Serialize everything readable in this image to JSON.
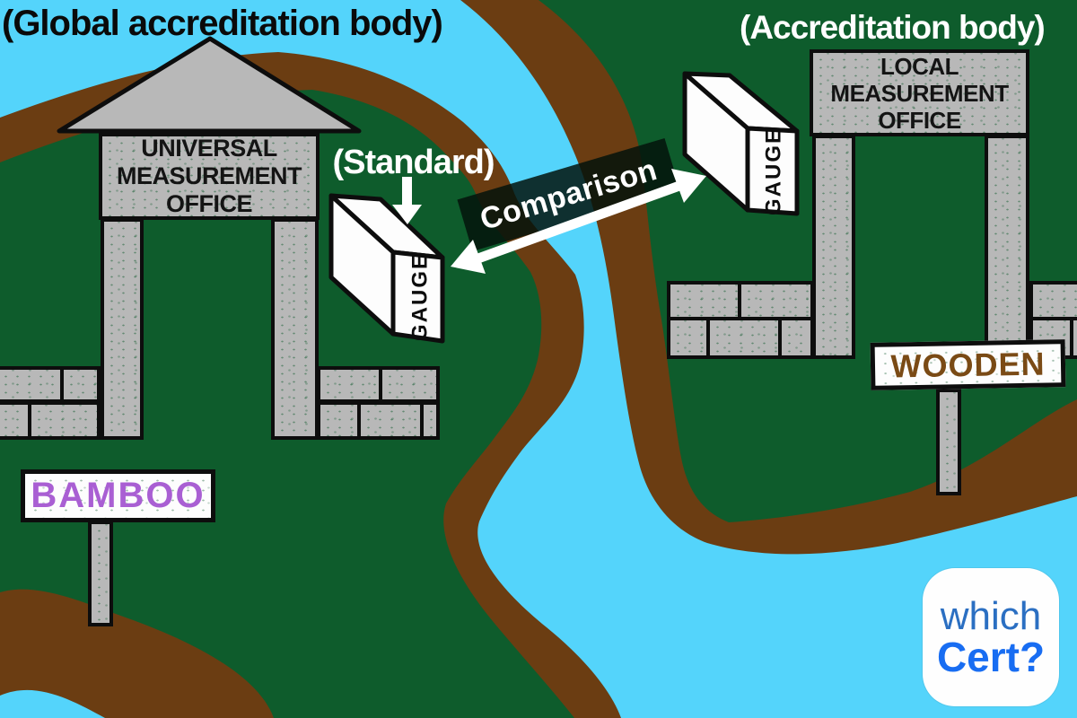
{
  "labels": {
    "global_accreditation_body": "(Global accreditation body)",
    "accreditation_body": "(Accreditation body)",
    "standard": "(Standard)",
    "comparison": "Comparison"
  },
  "left_island": {
    "office_sign": {
      "line1": "UNIVERSAL",
      "line2": "MEASUREMENT",
      "line3": "OFFICE"
    },
    "gauge_block_label": "GAUGE",
    "material_sign_label": "BAMBOO"
  },
  "right_island": {
    "office_sign": {
      "line1": "LOCAL",
      "line2": "MEASUREMENT",
      "line3": "OFFICE"
    },
    "gauge_block_label": "GAUGE",
    "material_sign_label": "WOODEN"
  },
  "logo": {
    "top": "which",
    "bottom": "Cert?"
  },
  "colors": {
    "water_blue": "#54d4fb",
    "island_green": "#0e5c2c",
    "shore_brown": "#6b3d12",
    "stone_gray": "#b8b8b8",
    "banner_dark": "#04130c",
    "bamboo_text_purple": "#a95fd3",
    "wooden_text_brown": "#7a4a15",
    "logo_which_blue": "#2b6fc2",
    "logo_cert_blue": "#186df2"
  }
}
